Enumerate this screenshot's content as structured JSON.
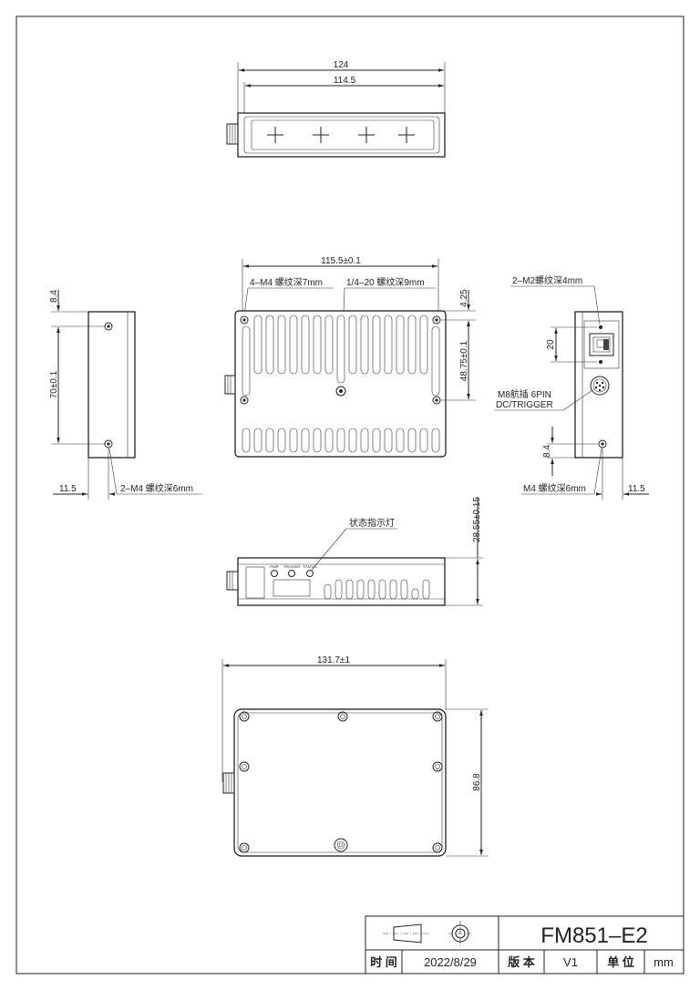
{
  "top_view": {
    "dim_overall": "124",
    "dim_inner": "114.5"
  },
  "front_view": {
    "dim_width": "115.5±0.1",
    "note_m4_holes": "4–M4 螺纹深7mm",
    "note_tripod": "1/4–20 螺纹深9mm",
    "dim_top_offset": "4.25",
    "dim_hole_spacing": "48.75±0.1"
  },
  "left_view": {
    "dim_top": "8.4",
    "dim_spacing": "70±0.1",
    "dim_side": "11.5",
    "note_holes": "2–M4 螺纹深6mm"
  },
  "right_view": {
    "note_m2": "2–M2螺纹深4mm",
    "dim_20": "20",
    "note_connector_line1": "M8航插 6PIN",
    "note_connector_line2": "DC/TRIGGER",
    "dim_bottom": "8.4",
    "note_m4": "M4 螺纹深6mm",
    "dim_side": "11.5"
  },
  "side_view": {
    "note_led": "状态指示灯",
    "dim_height": "28.55±0.15",
    "led_labels": [
      "PWR",
      "TRIGGER",
      "STATUS"
    ]
  },
  "bottom_view": {
    "dim_width": "131.7±1",
    "dim_height": "86.8"
  },
  "title_block": {
    "model": "FM851–E2",
    "time_label": "时 间",
    "date": "2022/8/29",
    "version_label": "版 本",
    "version": "V1",
    "unit_label": "单 位",
    "unit": "mm"
  }
}
